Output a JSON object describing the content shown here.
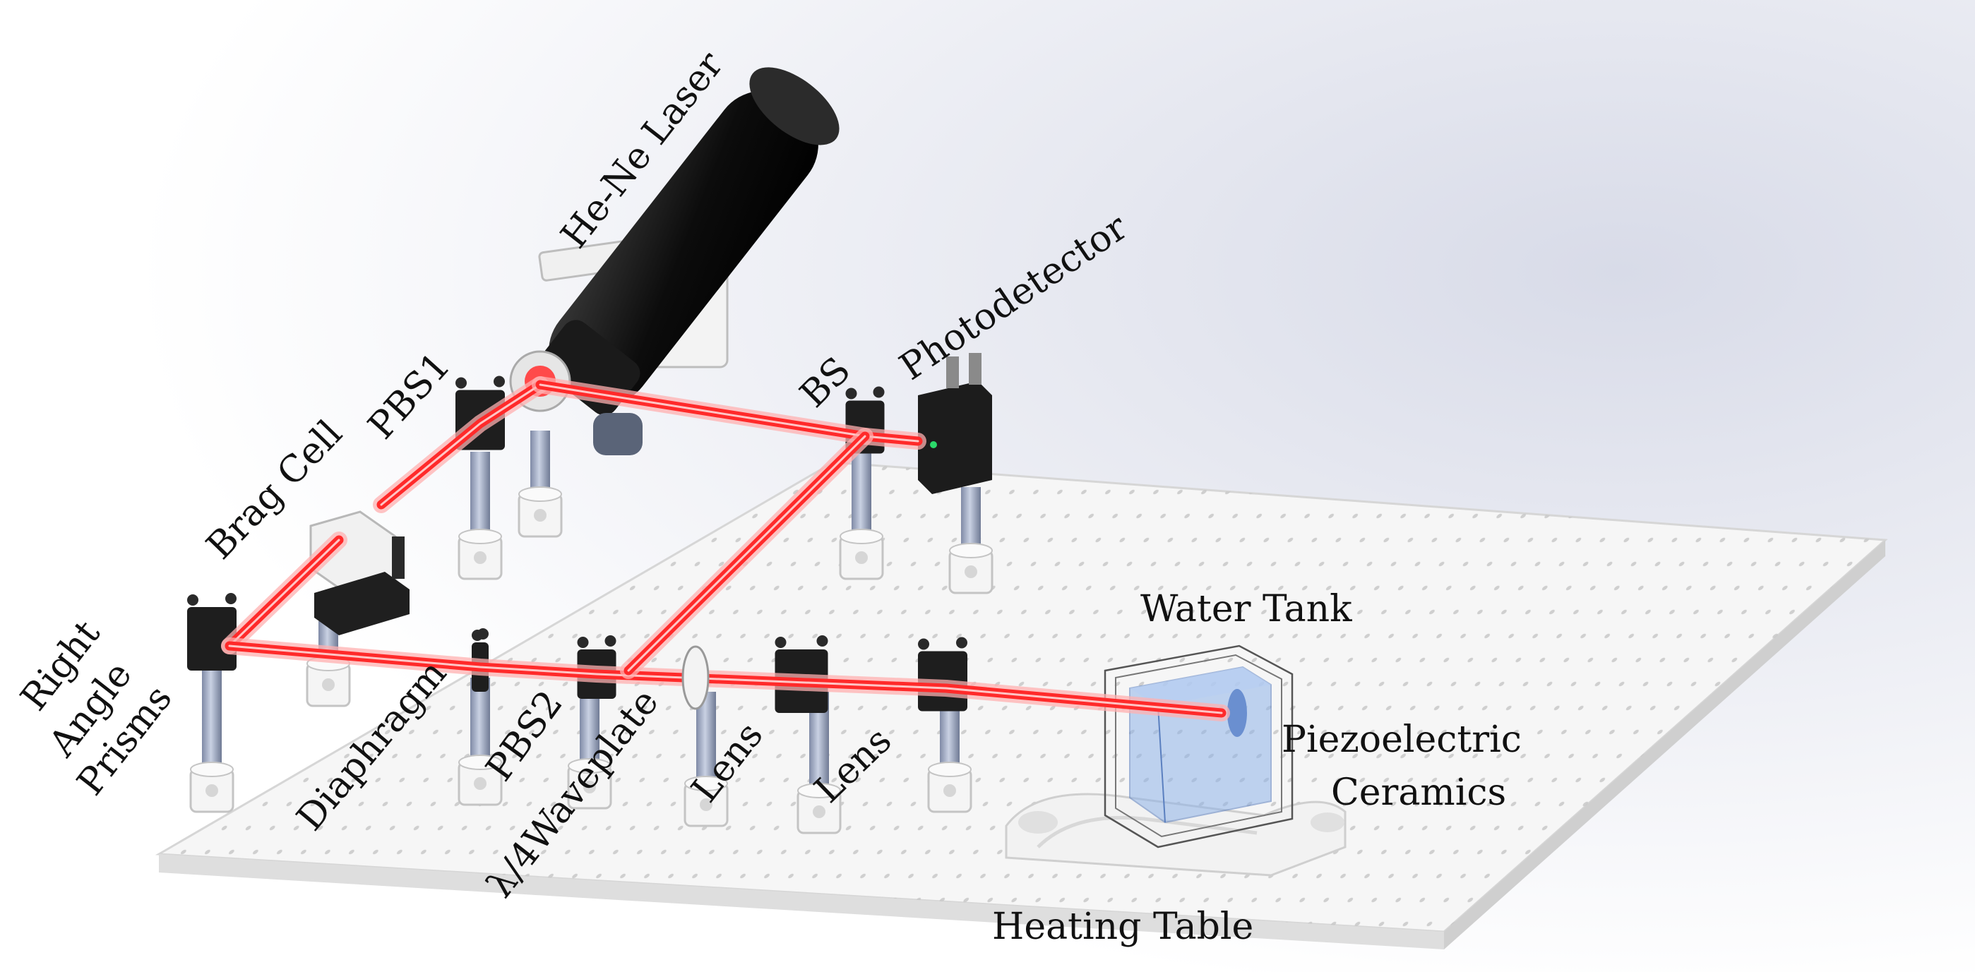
{
  "labels": {
    "laser": "He-Ne Laser",
    "photodetector": "Photodetector",
    "pbs1": "PBS1",
    "brag_cell": "Brag Cell",
    "bs": "BS",
    "right": "Right",
    "angle": "Angle",
    "prisms": "Prisms",
    "diaphragm": "Diaphragm",
    "pbs2": "PBS2",
    "waveplate": "λ/4Waveplate",
    "lens1": "Lens",
    "lens2": "Lens",
    "water_tank": "Water Tank",
    "piezo1": "Piezoelectric",
    "piezo2": "Ceramics",
    "heating_table": "Heating Table"
  },
  "colors": {
    "beam": "#ff2a2a",
    "beam_glow": "#ffb0b0",
    "table": "#f7f7f7",
    "table_edge": "#d9d9d9",
    "post": "#9aa6c0",
    "mount": "#1e1e1e",
    "tank": "#8fb3e8"
  }
}
